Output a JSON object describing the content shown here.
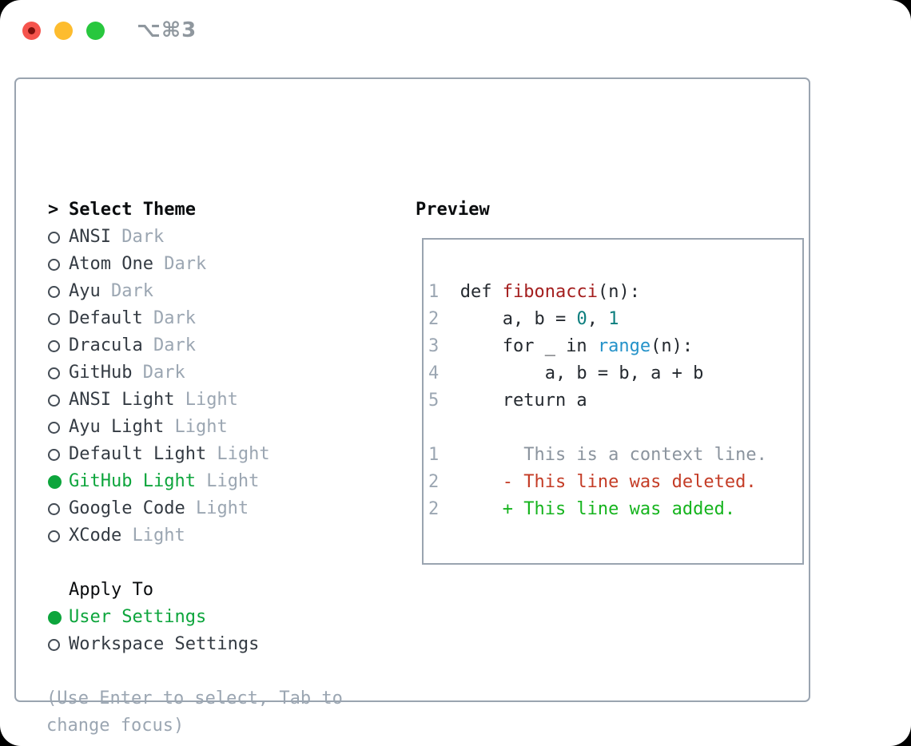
{
  "titlebar": {
    "shortcut": "⌥⌘3",
    "buttons": [
      {
        "name": "close"
      },
      {
        "name": "minimize"
      },
      {
        "name": "zoom"
      }
    ]
  },
  "theme_picker": {
    "marker": ">",
    "title": "Select Theme",
    "items": [
      {
        "name": "ANSI",
        "variant": "Dark",
        "selected": false
      },
      {
        "name": "Atom One",
        "variant": "Dark",
        "selected": false
      },
      {
        "name": "Ayu",
        "variant": "Dark",
        "selected": false
      },
      {
        "name": "Default",
        "variant": "Dark",
        "selected": false
      },
      {
        "name": "Dracula",
        "variant": "Dark",
        "selected": false
      },
      {
        "name": "GitHub",
        "variant": "Dark",
        "selected": false
      },
      {
        "name": "ANSI Light",
        "variant": "Light",
        "selected": false
      },
      {
        "name": "Ayu Light",
        "variant": "Light",
        "selected": false
      },
      {
        "name": "Default Light",
        "variant": "Light",
        "selected": false
      },
      {
        "name": "GitHub Light",
        "variant": "Light",
        "selected": true
      },
      {
        "name": "Google Code",
        "variant": "Light",
        "selected": false
      },
      {
        "name": "XCode",
        "variant": "Light",
        "selected": false
      }
    ]
  },
  "apply_to": {
    "title": "Apply To",
    "options": [
      {
        "label": "User Settings",
        "selected": true
      },
      {
        "label": "Workspace Settings",
        "selected": false
      }
    ]
  },
  "hint": "(Use Enter to select, Tab to change focus)",
  "preview": {
    "title": "Preview",
    "lines": [
      {
        "num": "1",
        "segs": [
          [
            "  def ",
            "code"
          ],
          [
            "fibonacci",
            "fn"
          ],
          [
            "(n):",
            "code"
          ]
        ]
      },
      {
        "num": "2",
        "segs": [
          [
            "      a, b = ",
            "code"
          ],
          [
            "0",
            "num"
          ],
          [
            ", ",
            "code"
          ],
          [
            "1",
            "num"
          ]
        ]
      },
      {
        "num": "3",
        "segs": [
          [
            "      for _ in ",
            "code"
          ],
          [
            "range",
            "builtin"
          ],
          [
            "(n):",
            "code"
          ]
        ]
      },
      {
        "num": "4",
        "segs": [
          [
            "          a, b = b, a + b",
            "code"
          ]
        ]
      },
      {
        "num": "5",
        "segs": [
          [
            "      return a",
            "code"
          ]
        ]
      },
      {
        "num": "",
        "segs": []
      },
      {
        "num": "1",
        "segs": [
          [
            "        This is a context line.",
            "ctx"
          ]
        ]
      },
      {
        "num": "2",
        "segs": [
          [
            "      - This line was deleted.",
            "del"
          ]
        ]
      },
      {
        "num": "2",
        "segs": [
          [
            "      + This line was added.",
            "add"
          ]
        ]
      }
    ]
  },
  "colors": {
    "accent_green": "#0da53c",
    "text_black": "#0a0c0e",
    "text_dark": "#343b43",
    "muted": "#9ba6b2",
    "ln_gray": "#9ba6b2",
    "circle_gray": "#434b54",
    "border_gray": "#9aa4b0",
    "code_text": "#24292f",
    "fn_red": "#a41e1e",
    "num_teal": "#0c7e7e",
    "builtin_blue": "#2492c9",
    "diff_ctx": "#8b949e",
    "diff_del": "#c43c26",
    "diff_add": "#16b41e",
    "traffic_red": "#f5544d",
    "traffic_red_inner": "#7d100c",
    "traffic_yellow": "#fdbc2e",
    "traffic_green": "#28c73e",
    "shortcut_gray": "#8f979e"
  }
}
